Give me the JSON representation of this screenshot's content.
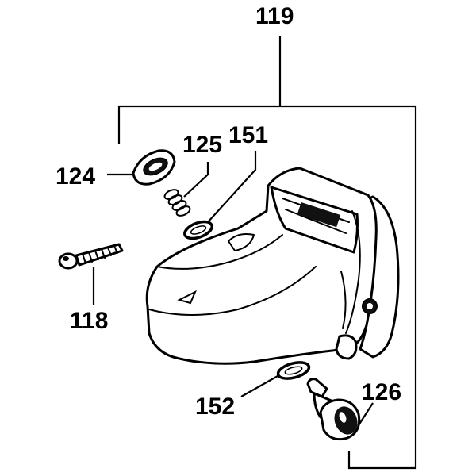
{
  "diagram": {
    "labels": {
      "assembly": "119",
      "cap": "124",
      "spring": "125",
      "o_ring_top": "151",
      "screw": "118",
      "o_ring_bottom": "152",
      "button": "126"
    },
    "colors": {
      "ink": "#000000",
      "paper": "#ffffff"
    }
  }
}
